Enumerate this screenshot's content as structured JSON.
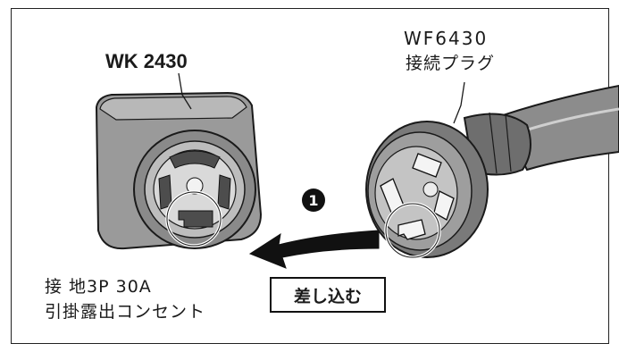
{
  "receptacle": {
    "model": "WK 2430",
    "description_line1": "接 地3P 30A",
    "description_line2": "引掛露出コンセント"
  },
  "plug": {
    "model": "WF6430",
    "description": "接続プラグ"
  },
  "step": {
    "number": "1",
    "action_label": "差し込む"
  },
  "colors": {
    "body_gray": "#9a9a9a",
    "dark_gray": "#5c5c5c",
    "outline": "#1a1a1a"
  }
}
